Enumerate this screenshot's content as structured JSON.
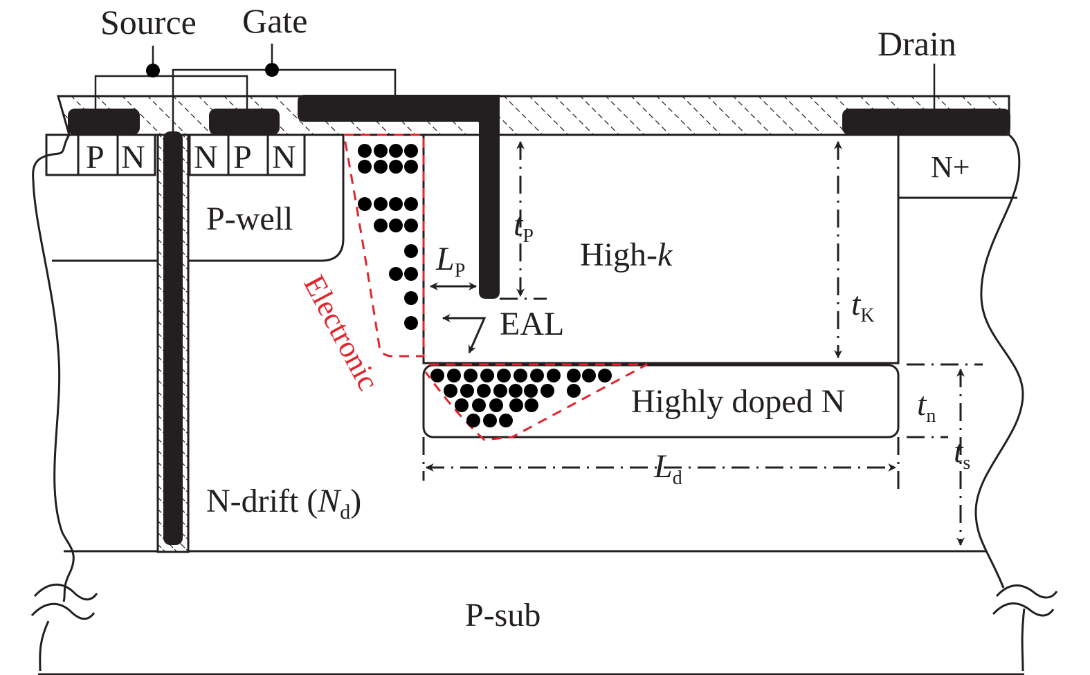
{
  "figure": {
    "terminals": {
      "source": "Source",
      "gate": "Gate",
      "drain": "Drain"
    },
    "regions": {
      "p_left": "P",
      "n_left": "N",
      "n_mid": "N",
      "p_mid": "P",
      "n_right": "N",
      "n_plus": "N+",
      "p_well": "P-well",
      "high_k": "High-",
      "high_k_italic": "k",
      "highly_doped_n": "Highly doped N",
      "n_drift": "N-drift (",
      "n_drift_sym": "N",
      "n_drift_sub": "d",
      "n_drift_close": ")",
      "p_sub": "P-sub"
    },
    "annotations": {
      "electronic": "Electronic",
      "eal": "EAL"
    },
    "dimensions": {
      "tp": {
        "main": "t",
        "sub": "P"
      },
      "lp": {
        "main": "L",
        "sub": "P"
      },
      "tk": {
        "main": "t",
        "sub": "K"
      },
      "tn": {
        "main": "t",
        "sub": "n"
      },
      "ts": {
        "main": "t",
        "sub": "s"
      },
      "ld": {
        "main": "L",
        "sub": "d"
      }
    },
    "colors": {
      "ink": "#231f20",
      "accent_red": "#e3242b"
    }
  }
}
